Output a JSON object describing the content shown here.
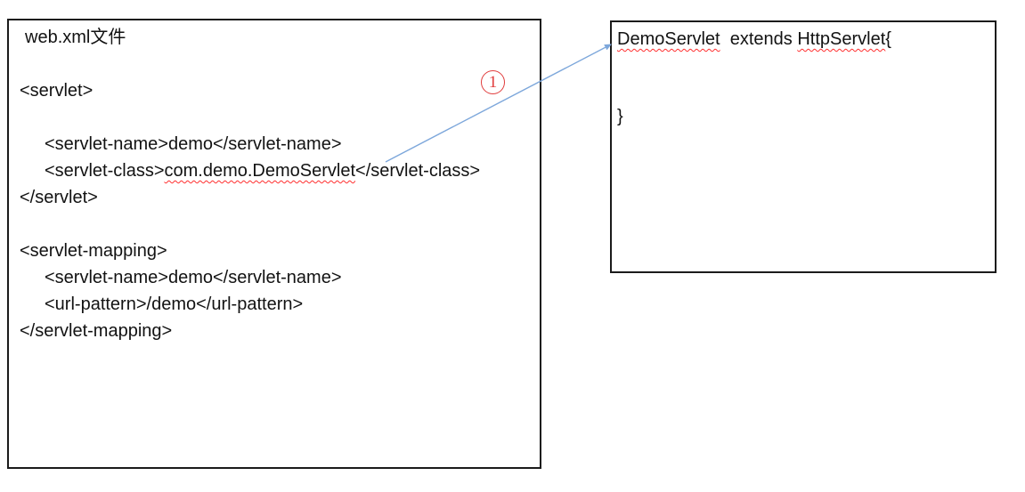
{
  "webxml_panel": {
    "title": "web.xml文件",
    "servlet_open": "<servlet>",
    "servlet_name": "<servlet-name>demo</servlet-name>",
    "servlet_class_prefix": "<servlet-class>",
    "servlet_class_value": "com.demo.DemoServlet",
    "servlet_class_suffix": "</servlet-class>",
    "servlet_close": "</servlet>",
    "servlet_mapping_open": "<servlet-mapping>",
    "mapping_servlet_name": "<servlet-name>demo</servlet-name>",
    "url_pattern": "<url-pattern>/demo</url-pattern>",
    "servlet_mapping_close": "</servlet-mapping>"
  },
  "java_panel": {
    "class_name": "DemoServlet",
    "extends_text": "  extends ",
    "superclass_name": "HttpServlet",
    "open_brace": "{",
    "close_brace": "}"
  },
  "annotation": {
    "step_label": "1"
  },
  "colors": {
    "arrow_blue": "#7da7db",
    "annotation_red": "#e03c3c",
    "squiggle_red": "#ff2f2f",
    "border_black": "#1b1b1b"
  }
}
